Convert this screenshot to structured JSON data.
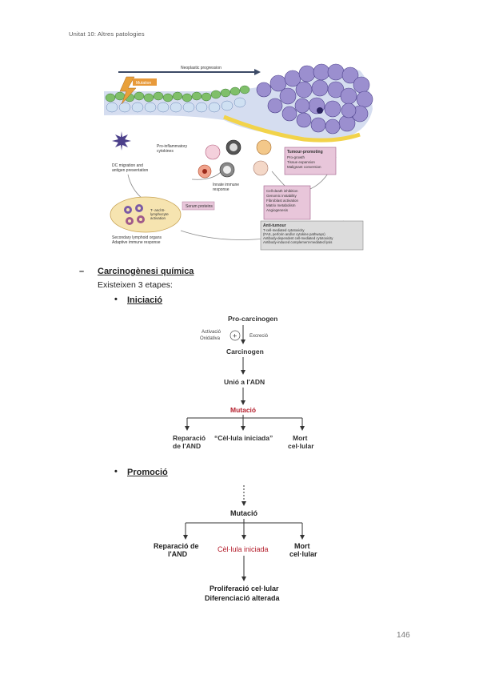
{
  "header": {
    "title": "Unitat 10: Altres patologies"
  },
  "figure": {
    "neoplastic_progression": "Neoplastic progression",
    "mutation": "Mutation",
    "dc_migration": "DC migration and",
    "antigen_presentation": "antigen presentation",
    "pro_inflammatory_1": "Pro-inflammatory",
    "pro_inflammatory_2": "cytokines",
    "innate_1": "Innate immune",
    "innate_2": "response",
    "serum_protein": "Serum proteins",
    "tb_1": "T- and B-",
    "tb_2": "lymphocyte",
    "tb_3": "activation",
    "secondary_1": "Secondary lymphoid organs",
    "secondary_2": "Adaptive immune response",
    "tumour_promoting": {
      "title": "Tumour-promoting",
      "items": [
        "Pro-growth",
        "Tissue expansion",
        "Malignant conversion"
      ]
    },
    "cell_death": {
      "items": [
        "Cell-death inhibition",
        "Genomic instability",
        "Fibroblast activation",
        "Matrix metabolism",
        "Angiogenesis"
      ]
    },
    "anti_tumour": {
      "title": "Anti-tumour",
      "items": [
        "T-cell-mediated cytotoxicity",
        "(FAS, perforin and/or cytokine pathways)",
        "Antibody-dependent cell-mediated cytotoxicity",
        "Antibody-induced complement-mediated lysis"
      ]
    }
  },
  "section": {
    "dash": "–",
    "title": "Carcinogènesi química",
    "intro": "Existeixen 3 etapes:",
    "bullet": "•",
    "stage1": "Iniciació",
    "stage2": "Promoció"
  },
  "diagram1": {
    "pro_carcinogen": "Pro-carcinogen",
    "plus": "+",
    "activacio_1": "Activació",
    "activacio_2": "Oxidativa",
    "excrecio": "Excreció",
    "carcinogen": "Carcinogen",
    "unio": "Unió a l'ADN",
    "mutacio": "Mutació",
    "reparacio_1": "Reparació",
    "reparacio_2": "de l'AND",
    "cel_iniciada": "“Cèl·lula iniciada”",
    "mort_1": "Mort",
    "mort_2": "cel·lular"
  },
  "diagram2": {
    "mutacio": "Mutació",
    "reparacio_1": "Reparació de",
    "reparacio_2": "l'AND",
    "cel_iniciada": "Cèl·lula iniciada",
    "mort_1": "Mort",
    "mort_2": "cel·lular",
    "prolif": "Proliferació cel·lular",
    "difer": "Diferenciació alterada"
  },
  "page_number": "146",
  "colors": {
    "accent_red": "#b5202e",
    "pink_box": "#e8c6da",
    "cream": "#f6e4b0"
  }
}
